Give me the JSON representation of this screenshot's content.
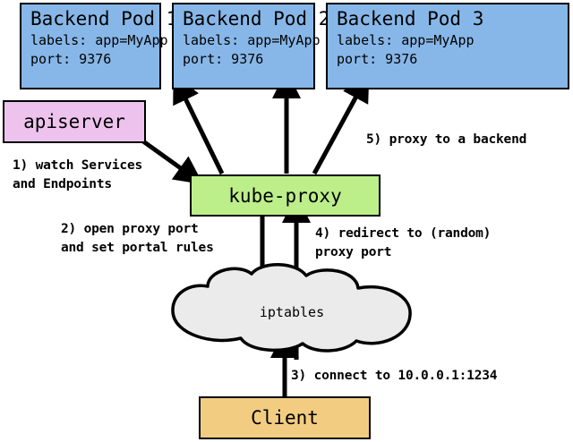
{
  "diagram": {
    "title": "kube-proxy service proxying flow",
    "colors": {
      "pod_fill": "#87b7e8",
      "apiserver_fill": "#edc3ee",
      "kubeproxy_fill": "#bcee8a",
      "client_fill": "#f2cd81",
      "cloud_fill": "#ebebeb",
      "stroke": "#000000",
      "background": "#ffffff"
    },
    "pods": [
      {
        "title": "Backend Pod 1",
        "labels_line": "labels: app=MyApp",
        "port_line": "port: 9376"
      },
      {
        "title": "Backend Pod 2",
        "labels_line": "labels: app=MyApp",
        "port_line": "port: 9376"
      },
      {
        "title": "Backend Pod 3",
        "labels_line": "labels: app=MyApp",
        "port_line": "port: 9376"
      }
    ],
    "nodes": {
      "apiserver": "apiserver",
      "kubeproxy": "kube-proxy",
      "iptables": "iptables",
      "client": "Client"
    },
    "steps": {
      "step1_line1": "1) watch Services",
      "step1_line2": "and Endpoints",
      "step2_line1": "2) open proxy port",
      "step2_line2": "and set portal rules",
      "step3": "3) connect to 10.0.0.1:1234",
      "step4_line1": "4) redirect to (random)",
      "step4_line2": "proxy port",
      "step5": "5) proxy to a backend"
    }
  }
}
